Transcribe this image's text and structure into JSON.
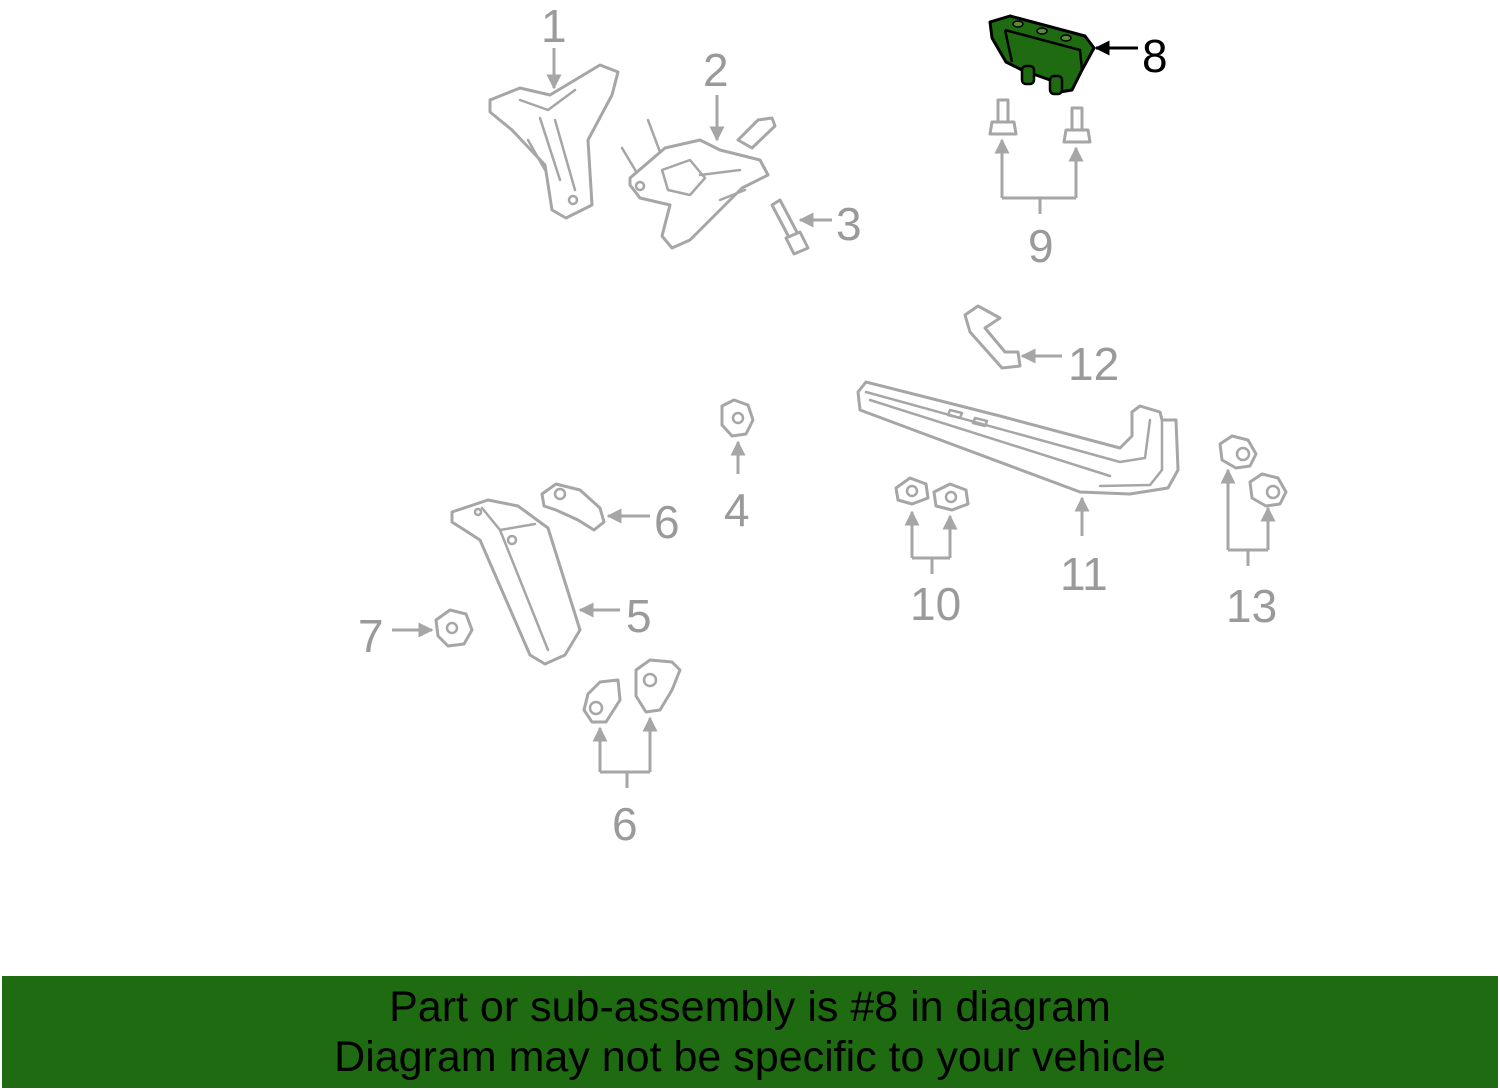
{
  "colors": {
    "highlight": "#1e6b12",
    "parts": "#a6a6a6",
    "labels": "#9a9a9a"
  },
  "callouts": {
    "c1": "1",
    "c2": "2",
    "c3": "3",
    "c4": "4",
    "c5": "5",
    "c6a": "6",
    "c6b": "6",
    "c7": "7",
    "c8": "8",
    "c9": "9",
    "c10": "10",
    "c11": "11",
    "c12": "12",
    "c13": "13"
  },
  "highlighted_part": "8",
  "banner": {
    "line1": "Part or sub-assembly is #8 in diagram",
    "line2": "Diagram may not be specific to your vehicle"
  }
}
